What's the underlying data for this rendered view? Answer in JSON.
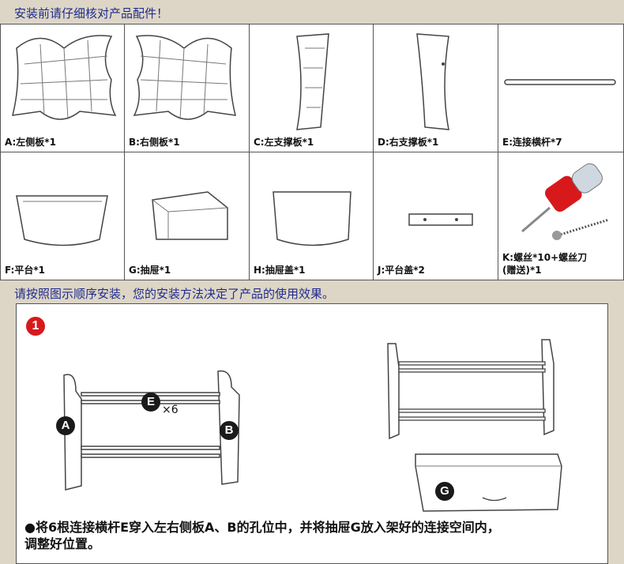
{
  "header_top": "安装前请仔细核对产品配件！",
  "header_install": "请按照图示顺序安装，您的安装方法决定了产品的使用效果。",
  "parts": [
    {
      "label": "A:左侧板*1"
    },
    {
      "label": "B:右侧板*1"
    },
    {
      "label": "C:左支撑板*1"
    },
    {
      "label": "D:右支撑板*1"
    },
    {
      "label": "E:连接横杆*7"
    },
    {
      "label": "F:平台*1"
    },
    {
      "label": "G:抽屉*1"
    },
    {
      "label": "H:抽屉盖*1"
    },
    {
      "label": "J:平台盖*2"
    },
    {
      "label": "K:螺丝*10+螺丝刀\n(赠送)*1"
    }
  ],
  "step1": {
    "number": "1",
    "badge_a": "A",
    "badge_b": "B",
    "badge_e": "E",
    "badge_g": "G",
    "multiplier": "×6",
    "instruction": "●将6根连接横杆E穿入左右侧板A、B的孔位中，并将抽屉G放入架好的连接空间内，\n调整好位置。"
  },
  "colors": {
    "background": "#ddd6c6",
    "header_text": "#1f2b8f",
    "step_marker": "#d7191c"
  }
}
